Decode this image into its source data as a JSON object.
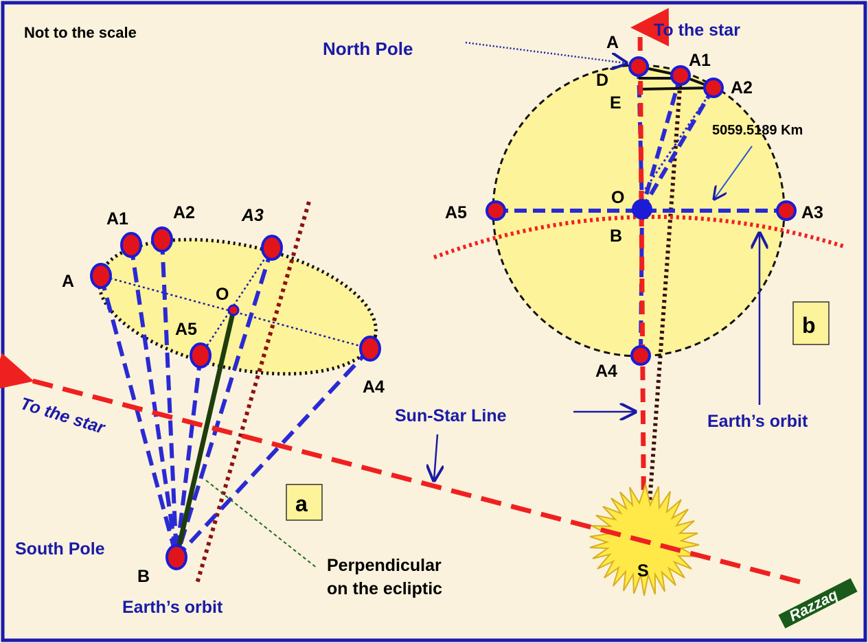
{
  "note": "Not to the scale",
  "colors": {
    "background": "#faf2dc",
    "frame": "#1b1bb0",
    "accent_red": "#ef2020",
    "label_blue": "#1a1aa8",
    "disc_fill": "#fdf39a",
    "dot_red": "#e2141b",
    "dot_blue": "#1b1bd8",
    "sun": "#ffe948"
  },
  "panel_a": {
    "tag": "a",
    "points": {
      "A": "A",
      "A1": "A1",
      "A2": "A2",
      "A3": "A3",
      "A4": "A4",
      "A5": "A5",
      "O": "O",
      "B": "B"
    },
    "south_pole": "South Pole",
    "earth_orbit": "Earth’s orbit",
    "to_star": "To the star",
    "perpendicular": [
      "Perpendicular",
      "on the ecliptic"
    ]
  },
  "panel_b": {
    "tag": "b",
    "points": {
      "A": "A",
      "A1": "A1",
      "A2": "A2",
      "A3": "A3",
      "A4": "A4",
      "A5": "A5",
      "O": "O",
      "B": "B",
      "D": "D",
      "E": "E",
      "S": "S"
    },
    "north_pole": "North Pole",
    "to_star": "To the star",
    "distance": "5059.5189 Km",
    "sun_star_line": "Sun-Star Line",
    "earth_orbit": "Earth’s orbit"
  },
  "signature": "Razzaq"
}
